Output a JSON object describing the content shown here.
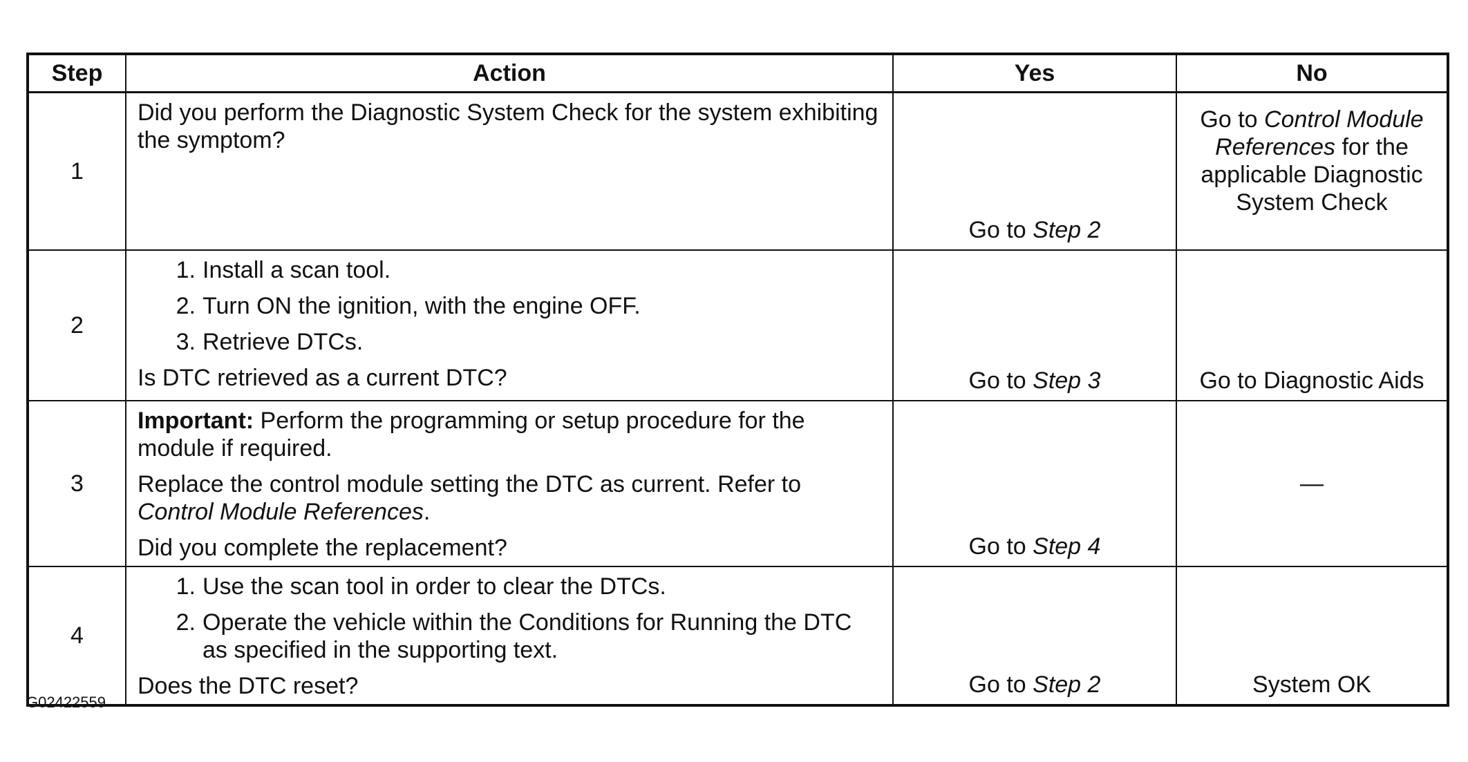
{
  "headers": {
    "step": "Step",
    "action": "Action",
    "yes": "Yes",
    "no": "No"
  },
  "rows": [
    {
      "step": "1",
      "action_text": "Did you perform the Diagnostic System Check for the system exhibiting the symptom?",
      "yes_prefix": "Go to ",
      "yes_link": "Step 2",
      "no_prefix": "Go to ",
      "no_link": "Control Module References",
      "no_suffix": " for the applicable Diagnostic System Check"
    },
    {
      "step": "2",
      "steps": [
        {
          "num": "1.",
          "text": "Install a scan tool."
        },
        {
          "num": "2.",
          "text": "Turn ON the ignition, with the engine OFF."
        },
        {
          "num": "3.",
          "text": "Retrieve DTCs."
        }
      ],
      "question": "Is DTC retrieved as a current DTC?",
      "yes_prefix": "Go to ",
      "yes_link": "Step 3",
      "no_text": "Go to Diagnostic Aids"
    },
    {
      "step": "3",
      "important_label": "Important:",
      "important_text": " Perform the programming or setup procedure for the module if required.",
      "replace_text": "Replace the control module setting the DTC as current. Refer to ",
      "replace_link": "Control Module References",
      "replace_end": ".",
      "question": "Did you complete the replacement?",
      "yes_prefix": "Go to ",
      "yes_link": "Step 4",
      "no_text": "—"
    },
    {
      "step": "4",
      "steps": [
        {
          "num": "1.",
          "text": "Use the scan tool in order to clear the DTCs."
        },
        {
          "num": "2.",
          "text": "Operate the vehicle within the Conditions for Running the DTC as specified in the supporting text."
        }
      ],
      "question": "Does the DTC reset?",
      "yes_prefix": "Go to ",
      "yes_link": "Step 2",
      "no_text": "System OK"
    }
  ],
  "figure_id": "G02422559"
}
